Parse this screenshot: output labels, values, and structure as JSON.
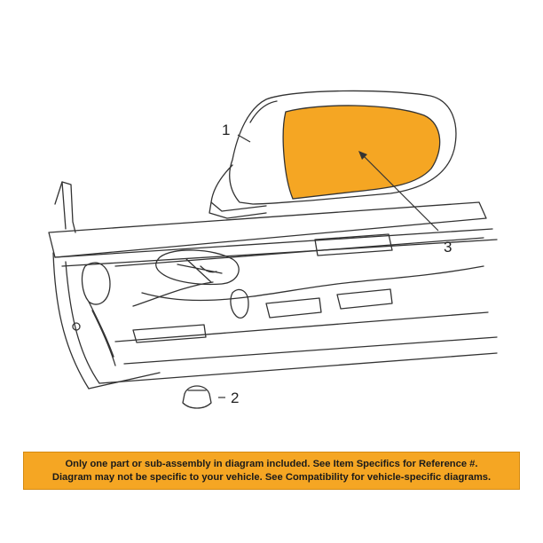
{
  "diagram": {
    "callouts": [
      {
        "label": "1"
      },
      {
        "label": "2"
      },
      {
        "label": "3"
      }
    ],
    "highlight_color": "#f5a623",
    "line_color": "#333333"
  },
  "banner": {
    "line1": "Only one part or sub-assembly in diagram included. See Item Specifics for Reference #.",
    "line2": "Diagram may not be specific to your vehicle. See Compatibility for vehicle-specific diagrams.",
    "background": "#f5a623"
  }
}
